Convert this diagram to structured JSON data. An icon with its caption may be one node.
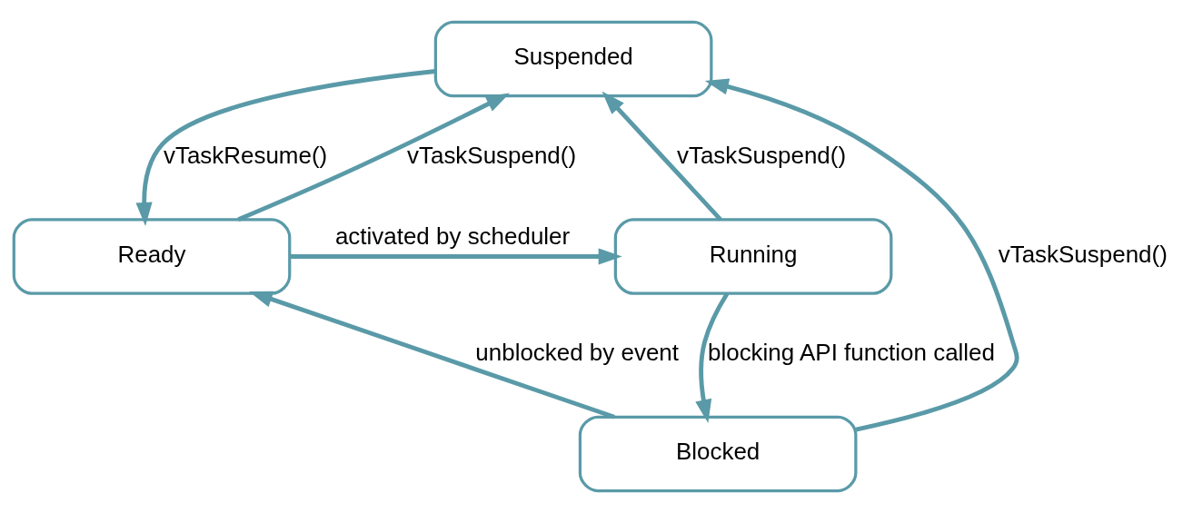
{
  "diagram": {
    "nodes": [
      {
        "text": [
          "Suspended"
        ]
      },
      {
        "text": [
          "Ready"
        ]
      },
      {
        "text": [
          "Running"
        ]
      },
      {
        "text": [
          "Blocked"
        ]
      }
    ],
    "edges": [
      {
        "from": 1,
        "to": 0,
        "arrow": "to",
        "label": "vTaskSuspend()"
      },
      {
        "from": 0,
        "to": 1,
        "arrow": "to",
        "label": "vTaskResume()"
      },
      {
        "from": 2,
        "to": 0,
        "arrow": "to",
        "label": "vTaskSuspend()"
      },
      {
        "from": 1,
        "to": 2,
        "arrow": "to",
        "label": "activated by scheduler"
      },
      {
        "from": 2,
        "to": 3,
        "arrow": "to",
        "label": "blocking API function called"
      },
      {
        "from": 3,
        "to": 1,
        "arrow": "to",
        "label": "unblocked by event"
      },
      {
        "from": 3,
        "to": 0,
        "arrow": "to",
        "label": "vTaskSuspend()"
      }
    ]
  }
}
